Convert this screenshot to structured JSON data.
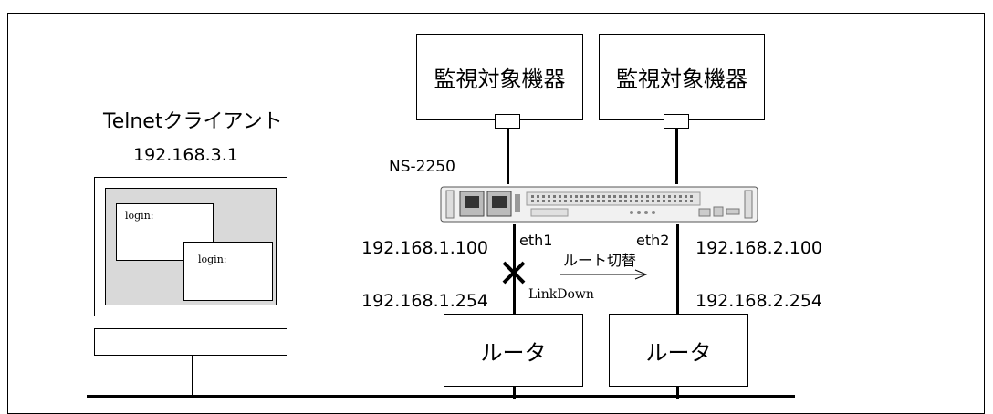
{
  "devices": {
    "monitored_1": "監視対象機器",
    "monitored_2": "監視対象機器",
    "router_1": "ルータ",
    "router_2": "ルータ"
  },
  "ns": {
    "label": "NS-2250"
  },
  "client": {
    "title": "Telnetクライアント",
    "ip": "192.168.3.1",
    "login_1": "login:",
    "login_2": "login:"
  },
  "network": {
    "eth1": "eth1",
    "eth2": "eth2",
    "eth1_ip": "192.168.1.100",
    "eth2_ip": "192.168.2.100",
    "gw1_ip": "192.168.1.254",
    "gw2_ip": "192.168.2.254",
    "route_switch": "ルート切替",
    "link_down": "LinkDown"
  }
}
